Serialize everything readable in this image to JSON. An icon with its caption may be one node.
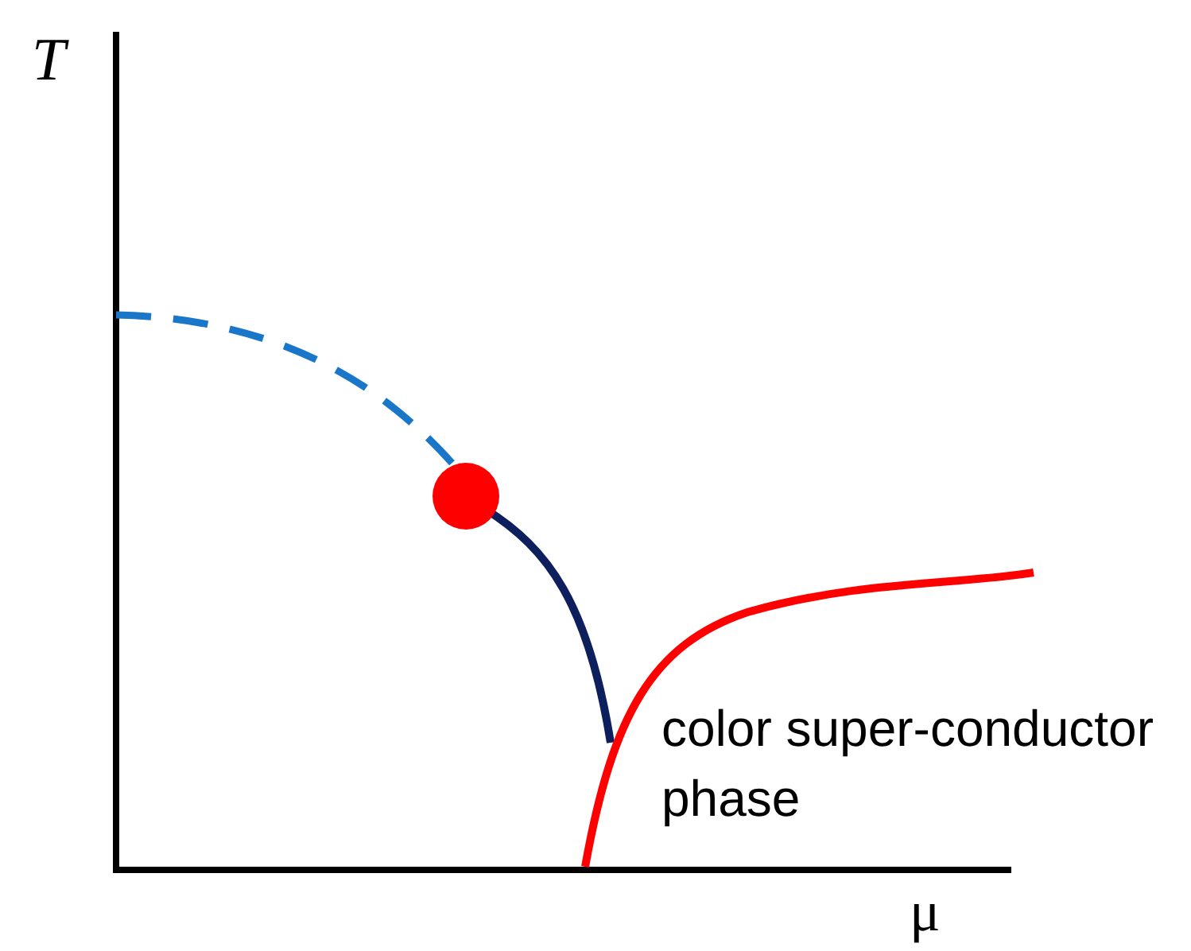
{
  "diagram": {
    "labels": [
      "T",
      "μ",
      "color super-conductor phase"
    ]
  }
}
